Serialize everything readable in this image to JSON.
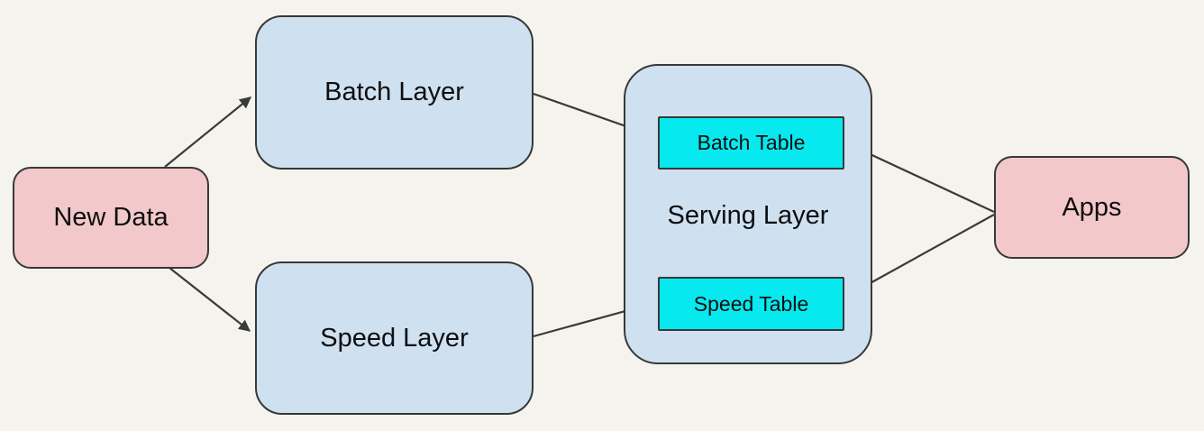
{
  "diagram": {
    "nodes": {
      "new_data": {
        "label": "New Data",
        "fill": "#f3c8ca"
      },
      "batch_layer": {
        "label": "Batch Layer",
        "fill": "#cfe0f1"
      },
      "speed_layer": {
        "label": "Speed Layer",
        "fill": "#cfe0f1"
      },
      "serving_layer": {
        "label": "Serving Layer",
        "fill": "#cfe0f1"
      },
      "batch_table": {
        "label": "Batch Table",
        "fill": "#06e9ef"
      },
      "speed_table": {
        "label": "Speed Table",
        "fill": "#06e9ef"
      },
      "apps": {
        "label": "Apps",
        "fill": "#f3c8ca"
      }
    },
    "edges": [
      {
        "from": "new_data",
        "to": "batch_layer"
      },
      {
        "from": "new_data",
        "to": "speed_layer"
      },
      {
        "from": "batch_layer",
        "to": "batch_table"
      },
      {
        "from": "speed_layer",
        "to": "speed_table"
      },
      {
        "from": "apps",
        "to": "batch_table"
      },
      {
        "from": "apps",
        "to": "speed_table"
      }
    ],
    "colors": {
      "background": "#f5f3ee",
      "pink_node": "#f3c8ca",
      "blue_node": "#cfe0f1",
      "cyan_node": "#06e9ef",
      "border": "#383838",
      "arrow": "#3a3a3a",
      "text": "#0e0e0e"
    }
  }
}
